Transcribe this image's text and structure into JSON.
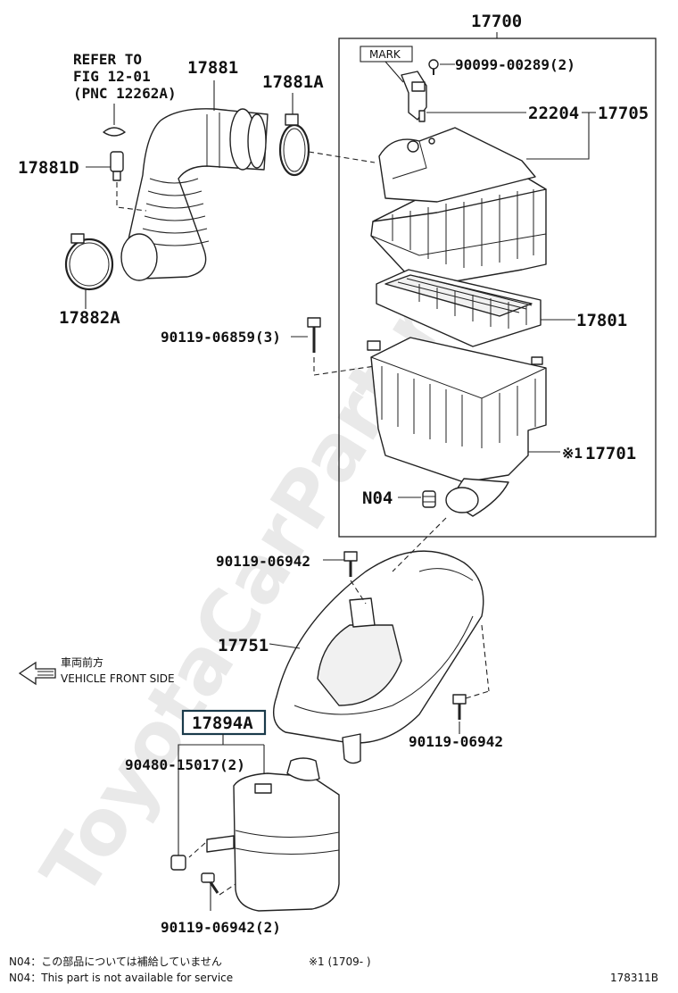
{
  "labels": {
    "assy": "17700",
    "refer_line1": "REFER TO",
    "refer_line2": "FIG 12-01",
    "refer_line3": "(PNC 12262A)",
    "hose": "17881",
    "clamp_a": "17881A",
    "bolt_top": "90099-00289(2)",
    "mark": "MARK",
    "sensor": "22204",
    "cleaner_cap": "17705",
    "fitting": "17881D",
    "clamp_b": "17882A",
    "element": "17801",
    "bolt_case": "90119-06859(3)",
    "case_ref": "※1",
    "case": "17701",
    "n04": "N04",
    "bolt_inlet": "90119-06942",
    "inlet": "17751",
    "bolt_inlet_right": "90119-06942",
    "front_jp": "車両前方",
    "front_en": "VEHICLE FRONT SIDE",
    "resonator": "17894A",
    "nut": "90480-15017(2)",
    "bolt_bottom": "90119-06942(2)"
  },
  "notes": {
    "jp": "N04：この部品については補給していません",
    "en": "N04：This part is not available for service",
    "ref_note": "※1 (1709-      )",
    "diagram_id": "178311B"
  },
  "watermark": "ToyotaCarPart.ru"
}
